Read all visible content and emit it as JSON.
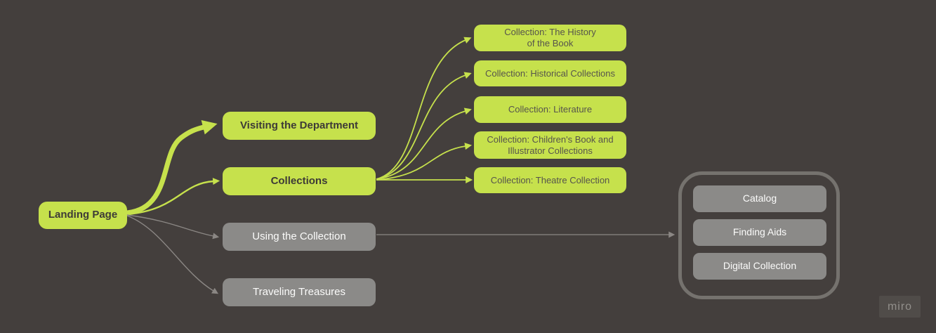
{
  "colors": {
    "background": "#443f3d",
    "accent_green": "#c6e14c",
    "dark_text": "#3d3a37",
    "green_node_text": "#56544c",
    "node_gray": "#8b8a88",
    "light_text": "#fbfbfa",
    "container_border": "#75726e",
    "connector_gray": "#8b8784",
    "watermark_bg": "#504c49",
    "watermark_text": "#928f8b"
  },
  "diagram": {
    "root": {
      "label": "Landing Page"
    },
    "level1": [
      {
        "label": "Visiting the Department"
      },
      {
        "label": "Collections"
      },
      {
        "label": "Using the Collection"
      },
      {
        "label": "Traveling Treasures"
      }
    ],
    "collections_children": [
      {
        "label": "Collection: The History\nof the Book"
      },
      {
        "label": "Collection: Historical Collections"
      },
      {
        "label": "Collection: Literature"
      },
      {
        "label": "Collection: Children's Book and\nIllustrator Collections"
      },
      {
        "label": "Collection: Theatre Collection"
      }
    ],
    "using_children": [
      {
        "label": "Catalog"
      },
      {
        "label": "Finding Aids"
      },
      {
        "label": "Digital Collection"
      }
    ]
  },
  "watermark": {
    "label": "miro"
  }
}
